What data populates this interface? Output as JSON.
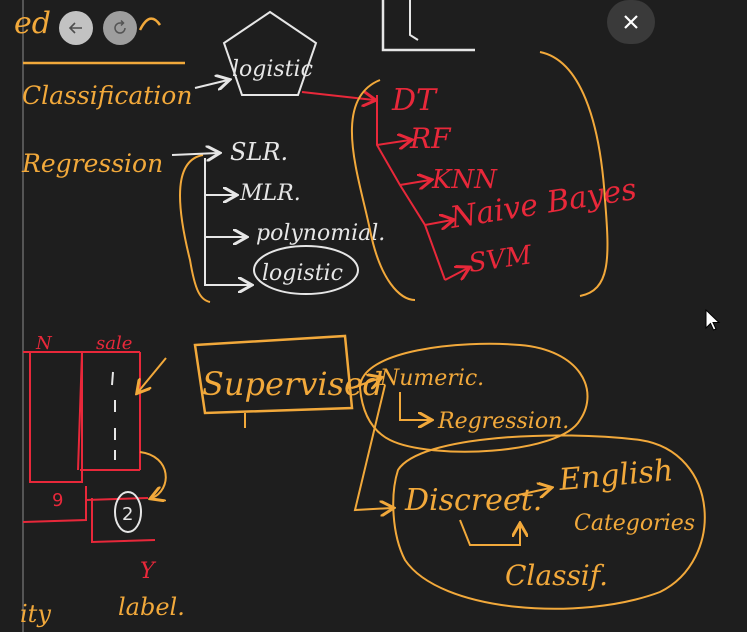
{
  "toolbar": {
    "back_icon": "arrow-left-icon",
    "reload_icon": "rotate-icon",
    "close_icon": "close-x-icon"
  },
  "colors": {
    "background": "#1e1e1e",
    "orange": "#f2a93b",
    "white": "#e6e6e6",
    "red": "#e8283a"
  },
  "notes": {
    "top_left": "ed",
    "classification": "Classification",
    "regression": "Regression",
    "pentagon": "logistic",
    "reg_items": [
      "SLR.",
      "MLR.",
      "polynomial.",
      "logistic"
    ],
    "class_items": [
      "DT",
      "RF",
      "KNN",
      "Naive Bayes",
      "SVM"
    ],
    "table_headers": [
      "N",
      "sale"
    ],
    "table_values": [
      "9",
      "2"
    ],
    "y_label": "Y",
    "bottom_left": "ity",
    "label": "label.",
    "supervised": "Supervised",
    "numeric": "Numeric.",
    "regression_leaf": "Regression.",
    "discrete": "Discreet.",
    "english": "English",
    "categories": "Categories",
    "classif": "Classif."
  }
}
